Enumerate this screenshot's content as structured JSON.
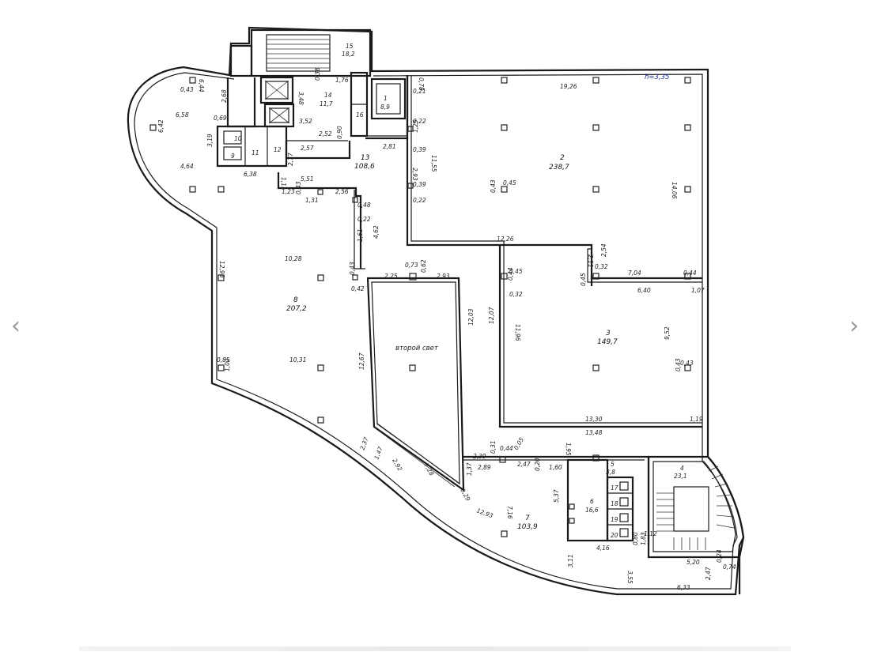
{
  "nav": {
    "prev_icon": "‹",
    "next_icon": "›"
  },
  "height_note": "h=3,35",
  "rooms": [
    {
      "no": "1",
      "area": "8,9"
    },
    {
      "no": "2",
      "area": "238,7"
    },
    {
      "no": "3",
      "area": "149,7"
    },
    {
      "no": "4",
      "area": "23,1"
    },
    {
      "no": "5",
      "area": "3,8"
    },
    {
      "no": "6",
      "area": "16,6"
    },
    {
      "no": "7",
      "area": "103,9"
    },
    {
      "no": "8",
      "area": "207,2"
    },
    {
      "no": "13",
      "area": "108,6"
    },
    {
      "no": "14",
      "area": "11,7"
    },
    {
      "no": "15",
      "area": "18,2"
    }
  ],
  "small_rooms": [
    "9",
    "10",
    "11",
    "12",
    "16",
    "17",
    "18",
    "19",
    "20"
  ],
  "void_label": "второй свет",
  "dims": [
    "19,26",
    "14,06",
    "12,26",
    "2,11",
    "2,54",
    "7,04",
    "0,44",
    "6,40",
    "1,07",
    "9,52",
    "0,43",
    "0,43",
    "13,30",
    "13,48",
    "1,19",
    "12,07",
    "11,96",
    "0,45",
    "0,44",
    "0,32",
    "0,45",
    "0,32",
    "0,21",
    "0,22",
    "1,25",
    "0,39",
    "2,93",
    "11,55",
    "0,39",
    "0,22",
    "0,43",
    "0,45",
    "0,78",
    "0,43",
    "6,44",
    "6,58",
    "6,42",
    "3,19",
    "4,64",
    "2,68",
    "0,69",
    "3,48",
    "0,38",
    "1,76",
    "3,52",
    "2,52",
    "0,90",
    "2,57",
    "2,81",
    "6,38",
    "2,77",
    "1,11",
    "5,51",
    "1,23",
    "1,31",
    "0,43",
    "2,56",
    "0,48",
    "0,22",
    "1,61",
    "4,62",
    "10,28",
    "12,98",
    "0,43",
    "0,42",
    "2,25",
    "0,73",
    "0,62",
    "2,93",
    "12,03",
    "12,67",
    "10,31",
    "0,85",
    "1,02",
    "2,37",
    "1,47",
    "2,92",
    "7,28",
    "1,37",
    "0,29",
    "2,39",
    "0,31",
    "0,44",
    "0,05",
    "2,89",
    "2,47",
    "0,20",
    "1,60",
    "1,95",
    "12,93",
    "7,16",
    "5,37",
    "4,16",
    "3,11",
    "3,55",
    "0,80",
    "1,12",
    "1,83",
    "5,20",
    "0,24",
    "0,74",
    "2,47",
    "6,33"
  ]
}
